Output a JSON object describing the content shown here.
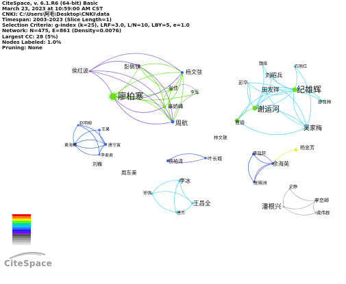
{
  "header_info": [
    "CiteSpace, v. 6.1.R6 (64-bit) Basic",
    "March 23, 2023 at 10:59:00 AM CST",
    "CNKI: C:\\Users\\阿毛\\Desktop\\CNKI\\data",
    "Timespan: 2003-2023 (Slice Length=1)",
    "Selection Criteria: g-index (k=25), LRF=3.0, L/N=10, LBY=5, e=1.0",
    "Network: N=475, E=861 (Density=0.0076)",
    "Largest CC: 28 (5%)",
    "Nodes Labeled: 1.0%",
    "Pruning: None"
  ],
  "logo": {
    "text": "CiteSpace"
  },
  "colors": {
    "green": "#66e01e",
    "cyan": "#4fd6ee",
    "purple": "#8d5bd2",
    "blue": "#3a68d8",
    "gray": "#a9a9a9",
    "yellow": "#ecec3a"
  },
  "legend_colors": [
    "#ff0000",
    "#ff7a00",
    "#ffee00",
    "#4cff00",
    "#00d8a0",
    "#00c8ff",
    "#2a6cff",
    "#1a1aff",
    "#7a00ff",
    "#555555",
    "#777777",
    "#999999",
    "#bbbbbb",
    "#dddddd"
  ],
  "nodes": [
    {
      "id": "liao",
      "label": "廖柏寒",
      "size": 12.5,
      "halo": true
    },
    {
      "id": "zhouhang",
      "label": "周航",
      "size": 9
    },
    {
      "id": "yangwenhao",
      "label": "杨文弢",
      "size": 8
    },
    {
      "id": "pengpeiqin",
      "label": "彭佩钦",
      "size": 8
    },
    {
      "id": "houhongbo",
      "label": "侯红波",
      "size": 8
    },
    {
      "id": "zhangjia",
      "label": "张佳",
      "size": 7
    },
    {
      "id": "lijun",
      "label": "李军",
      "size": 6
    },
    {
      "id": "gujiaofeng",
      "label": "辜娇峰",
      "size": 7.5
    },
    {
      "id": "lin",
      "label": "林文雄",
      "size": 6.5
    },
    {
      "id": "xieyunhe",
      "label": "谢运河",
      "size": 11
    },
    {
      "id": "jixionghui",
      "label": "纪雄辉",
      "size": 12
    },
    {
      "id": "liuzhaobing",
      "label": "刘昭兵",
      "size": 8.5
    },
    {
      "id": "tianfaxiang",
      "label": "田发祥",
      "size": 8.5
    },
    {
      "id": "pengh",
      "label": "彭华",
      "size": 7
    },
    {
      "id": "wujiamei",
      "label": "吴家梅",
      "size": 9
    },
    {
      "id": "guandi",
      "label": "官迪",
      "size": 7
    },
    {
      "id": "liaoyulin",
      "label": "廖育林",
      "size": 6.5
    },
    {
      "id": "shilihong",
      "label": "石丽红",
      "size": 6
    },
    {
      "id": "weiwei",
      "label": "魏维",
      "size": 6
    },
    {
      "id": "zhaoming",
      "label": "赵明柳",
      "size": 6
    },
    {
      "id": "wangguo",
      "label": "王果",
      "size": 6
    },
    {
      "id": "huanghai",
      "label": "黄海翔",
      "size": 6
    },
    {
      "id": "tangshou",
      "label": "唐守寅",
      "size": 6
    },
    {
      "id": "lijunjun",
      "label": "李君君",
      "size": 6
    },
    {
      "id": "liuwei",
      "label": "刘巍",
      "size": 7
    },
    {
      "id": "zhoudongmei",
      "label": "周东美",
      "size": 7.5
    },
    {
      "id": "tiebaiqing",
      "label": "铁柏清",
      "size": 7
    },
    {
      "id": "yechangcheng",
      "label": "叶长城",
      "size": 7
    },
    {
      "id": "libing",
      "label": "李冰",
      "size": 8
    },
    {
      "id": "xuqiang",
      "label": "徐强",
      "size": 6
    },
    {
      "id": "wangchangquan",
      "label": "王昌全",
      "size": 8.5
    },
    {
      "id": "tangjie",
      "label": "唐杰",
      "size": 6
    },
    {
      "id": "litingxuan",
      "label": "李廷轩",
      "size": 6.5
    },
    {
      "id": "yuhaiying",
      "label": "余海英",
      "size": 8
    },
    {
      "id": "zhangxizhou",
      "label": "张锡洲",
      "size": 6.5
    },
    {
      "id": "yangzhongfang",
      "label": "杨忠芳",
      "size": 7
    },
    {
      "id": "panhenxing",
      "label": "潘根兴",
      "size": 9.5
    },
    {
      "id": "lilianqing",
      "label": "李恋卿",
      "size": 7
    },
    {
      "id": "gongweiqun",
      "label": "龚伟群",
      "size": 6.5
    },
    {
      "id": "shijing",
      "label": "史静",
      "size": 6
    }
  ]
}
